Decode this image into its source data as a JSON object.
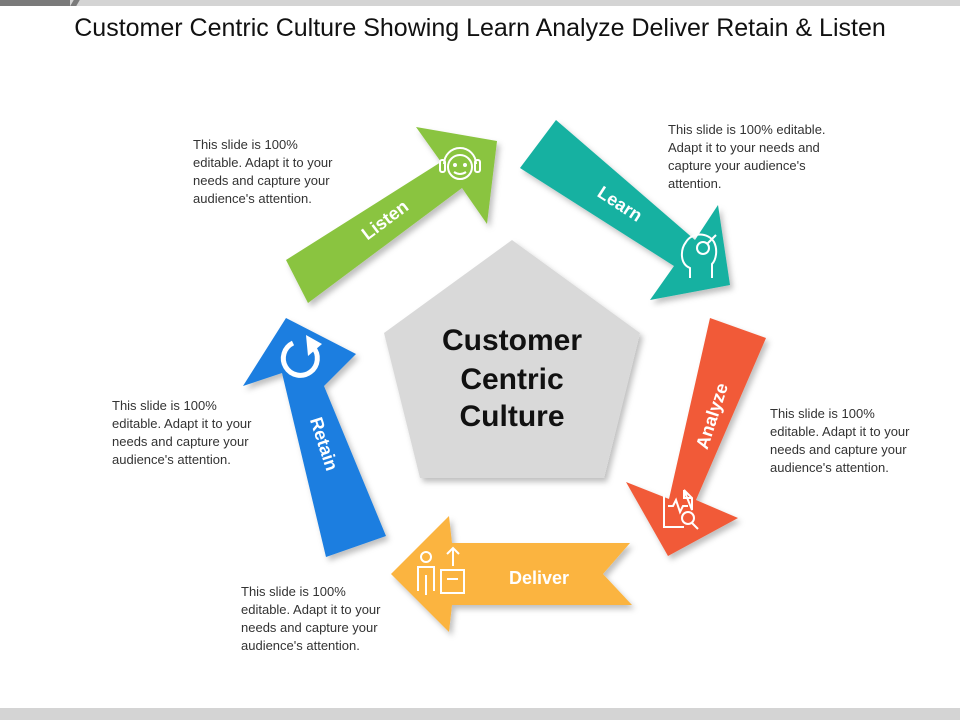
{
  "title": "Customer Centric Culture Showing Learn Analyze Deliver Retain & Listen",
  "center": {
    "line1": "Customer",
    "line2": "Centric",
    "line3": "Culture"
  },
  "arrows": {
    "listen": {
      "label": "Listen",
      "color": "#8ac43f",
      "icon": "headset-person-icon"
    },
    "learn": {
      "label": "Learn",
      "color": "#14b1a1",
      "icon": "head-brain-icon"
    },
    "analyze": {
      "label": "Analyze",
      "color": "#f15a37",
      "icon": "document-search-icon"
    },
    "deliver": {
      "label": "Deliver",
      "color": "#fbb43f",
      "icon": "person-package-icon"
    },
    "retain": {
      "label": "Retain",
      "color": "#1a7ee0",
      "icon": "refresh-icon"
    }
  },
  "descriptions": {
    "listen": [
      "This slide is 100%",
      "editable. Adapt it to your",
      "needs and capture your",
      "audience's attention."
    ],
    "learn": [
      "This slide is 100% editable.",
      "Adapt it to your needs and",
      "capture your audience's",
      "attention."
    ],
    "analyze": [
      "This slide is 100%",
      "editable. Adapt it to your",
      "needs and capture your",
      "audience's attention."
    ],
    "retain": [
      "This slide is 100%",
      "editable. Adapt it to your",
      "needs and capture your",
      "audience's attention."
    ],
    "deliver": [
      "This slide is 100%",
      "editable. Adapt it to your",
      "needs and capture your",
      "audience's attention."
    ]
  }
}
